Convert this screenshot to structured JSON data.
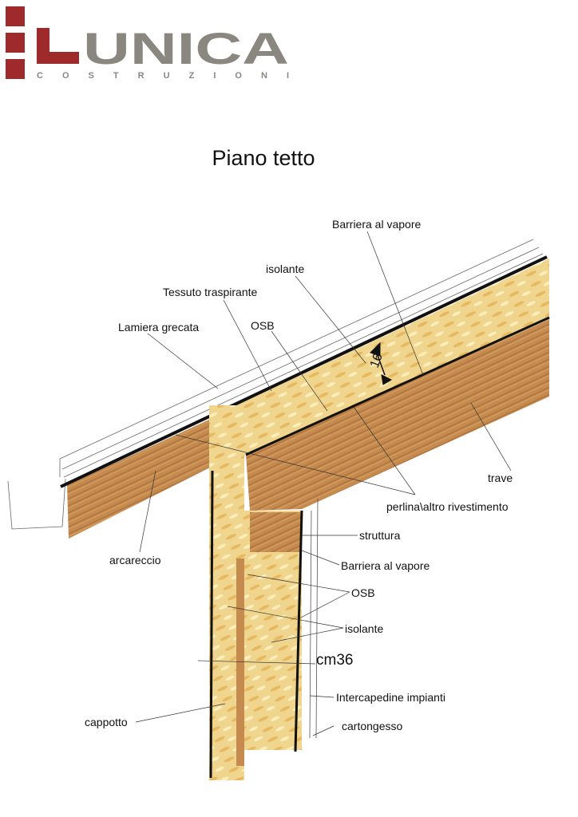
{
  "logo": {
    "brand": "LUNICA",
    "subtitle": "COSTRUZIONI"
  },
  "title": "Piano tetto",
  "dimension": "16",
  "labels": {
    "barriera_top": "Barriera al vapore",
    "isolante_top": "isolante",
    "tessuto": "Tessuto traspirante",
    "osb_top": "OSB",
    "lamiera": "Lamiera grecata",
    "trave": "trave",
    "perlina": "perlina\\altro rivestimento",
    "arcareccio": "arcareccio",
    "struttura": "struttura",
    "barriera_wall": "Barriera al vapore",
    "osb_wall": "OSB",
    "isolante_wall": "isolante",
    "thickness": "cm36",
    "intercapedine": "Intercapedine impianti",
    "cappotto": "cappotto",
    "cartongesso": "cartongesso"
  },
  "colors": {
    "brand_red": "#9e2a2b",
    "brand_grey": "#8a8780",
    "wood_light": "#f0d58e",
    "wood_dark": "#c48a4e"
  }
}
